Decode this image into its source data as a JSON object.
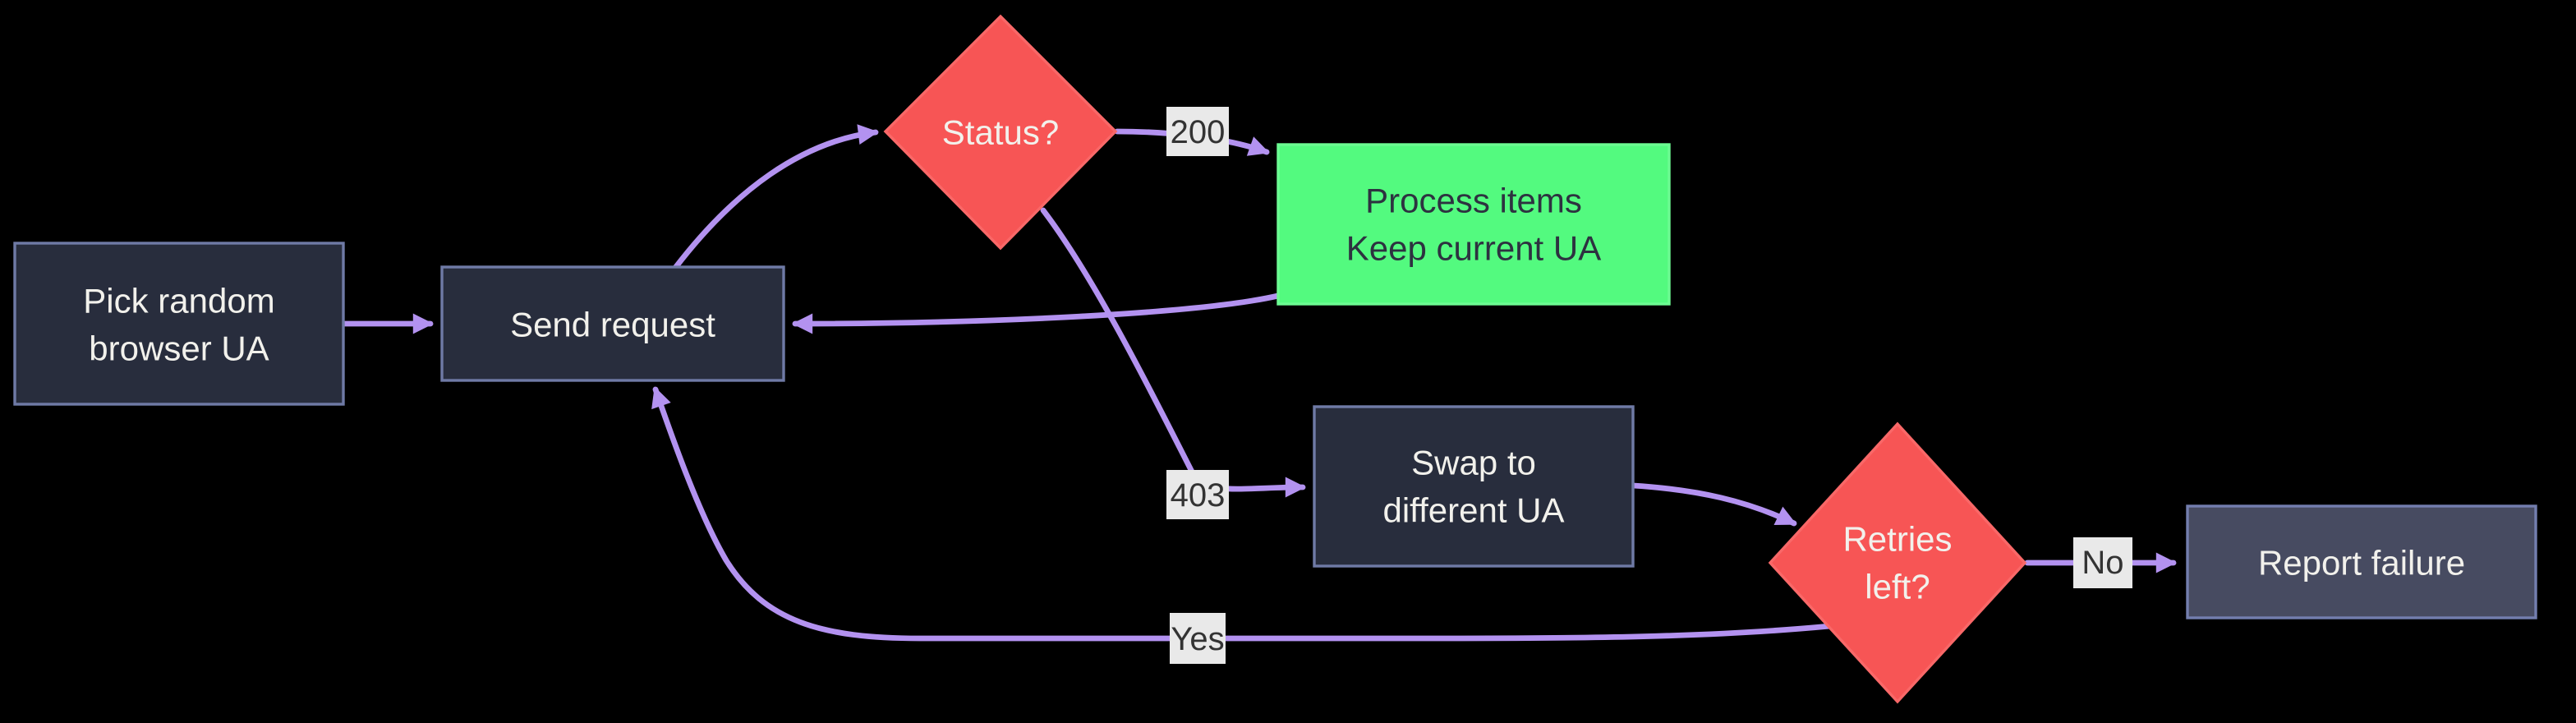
{
  "diagram": {
    "type": "flowchart",
    "direction": "left-to-right",
    "background": "#000000"
  },
  "colors": {
    "edge": "#b392f0",
    "label_bg": "#e9e9e9",
    "label_text": "#333333",
    "node_dark_fill": "#282d3d",
    "node_dark_stroke": "#6f7aa6",
    "node_light_fill": "#474b61",
    "node_light_stroke": "#737eae",
    "decision_fill": "#f75555",
    "decision_stroke": "#f96868",
    "success_fill": "#53fa7f",
    "success_stroke": "#6cfb92",
    "text_light": "#f2f1ec",
    "text_dark": "#2d3240"
  },
  "nodes": {
    "pick": {
      "line1": "Pick random",
      "line2": "browser UA"
    },
    "send": {
      "label": "Send request"
    },
    "status": {
      "label": "Status?"
    },
    "process": {
      "line1": "Process items",
      "line2": "Keep current UA"
    },
    "swap": {
      "line1": "Swap to",
      "line2": "different UA"
    },
    "retries": {
      "line1": "Retries",
      "line2": "left?"
    },
    "report": {
      "label": "Report failure"
    }
  },
  "edge_labels": {
    "ok": "200",
    "forbidden": "403",
    "yes": "Yes",
    "no": "No"
  }
}
